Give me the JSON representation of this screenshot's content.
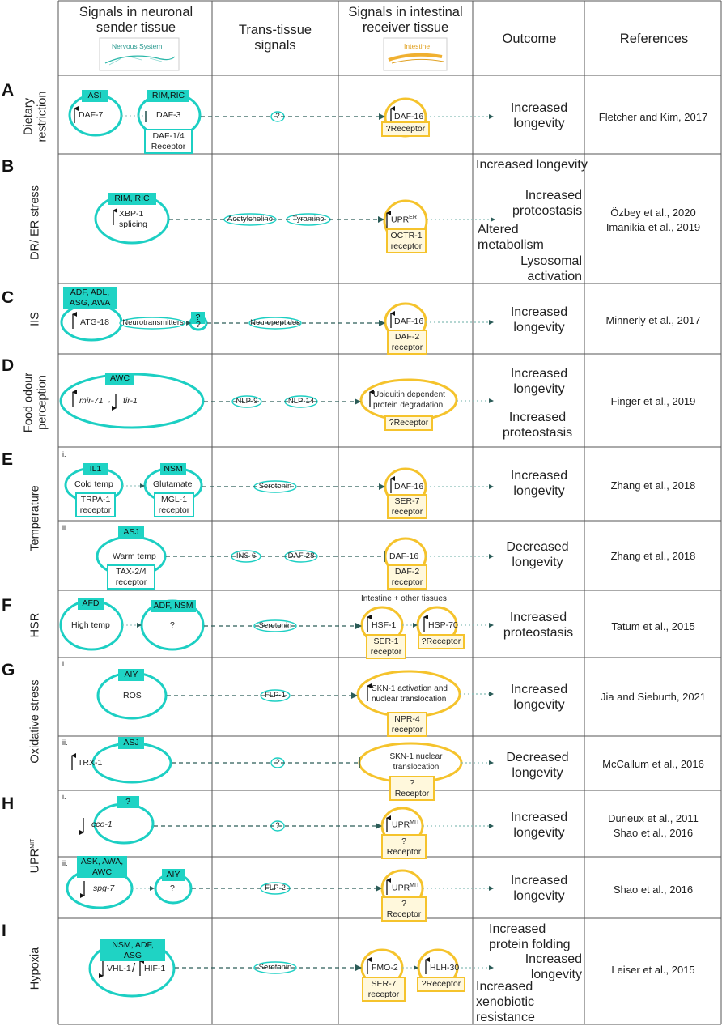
{
  "headers": {
    "neuronal": "Signals in neuronal sender tissue",
    "nervous_icon": "Nervous System",
    "trans": "Trans-tissue signals",
    "intestinal": "Signals in intestinal receiver tissue",
    "intestine_icon": "Intestine",
    "outcome": "Outcome",
    "references": "References"
  },
  "sections": {
    "A": {
      "letter": "A",
      "category": "Dietary restriction",
      "neuron1": "ASI",
      "signal1": "DAF-7",
      "neuron2": "RIM,RIC",
      "signal2": "DAF-3",
      "receptor": "DAF-1/4 Receptor",
      "trans1": "?",
      "target": "DAF-16",
      "int_receptor": "?Receptor",
      "outcome": "Increased longevity",
      "ref": "Fletcher and Kim, 2017"
    },
    "B": {
      "letter": "B",
      "category": "DR/ ER stress",
      "neuron": "RIM, RIC",
      "signal": "XBP-1 splicing",
      "trans1": "Acetylcholine",
      "trans2": "Tyramine",
      "target": "UPR",
      "target_sup": "ER",
      "int_receptor": "OCTR-1 receptor",
      "outcome1": "Increased longevity",
      "outcome2": "Increased proteostasis",
      "outcome3": "Altered metabolism",
      "outcome4": "Lysosomal activation",
      "ref1": "Özbey et al., 2020",
      "ref2": "Imanikia et al., 2019"
    },
    "C": {
      "letter": "C",
      "category": "IIS",
      "neuron": "ADF, ADL, ASG, AWA",
      "signal": "ATG-18",
      "mid": "Neurotransmitters",
      "unknown_box": "?",
      "unknown": "?",
      "trans1": "Neuropeptides",
      "target": "DAF-16",
      "int_receptor": "DAF-2 receptor",
      "outcome": "Increased longevity",
      "ref": "Minnerly et al., 2017"
    },
    "D": {
      "letter": "D",
      "category": "Food odour perception",
      "neuron": "AWC",
      "signal1": "mir-71",
      "signal2": "tir-1",
      "trans1": "NLP-9",
      "trans2": "NLP-14",
      "target": "Ubiquitin dependent protein degradation",
      "int_receptor": "?Receptor",
      "outcome1": "Increased longevity",
      "outcome2": "Increased proteostasis",
      "ref": "Finger et al., 2019"
    },
    "E": {
      "letter": "E",
      "category": "Temperature",
      "i": {
        "tag": "i.",
        "neuron1": "IL1",
        "signal1": "Cold temp",
        "receptor1": "TRPA-1 receptor",
        "neuron2": "NSM",
        "signal2": "Glutamate",
        "receptor2": "MGL-1 receptor",
        "trans1": "Serotonin",
        "target": "DAF-16",
        "int_receptor": "SER-7 receptor",
        "outcome": "Increased longevity",
        "ref": "Zhang et al., 2018"
      },
      "ii": {
        "tag": "ii.",
        "neuron": "ASJ",
        "signal": "Warm temp",
        "receptor": "TAX-2/4 receptor",
        "trans1": "INS-6",
        "trans2": "DAF-28",
        "target": "DAF-16",
        "int_receptor": "DAF-2 receptor",
        "outcome": "Decreased longevity",
        "ref": "Zhang et al., 2018"
      }
    },
    "F": {
      "letter": "F",
      "category": "HSR",
      "neuron1": "AFD",
      "signal1": "High temp",
      "neuron2": "ADF, NSM",
      "signal2": "?",
      "trans1": "Serotonin",
      "note": "Intestine + other tissues",
      "target1": "HSF-1",
      "int_receptor1": "SER-1 receptor",
      "target2": "HSP-70",
      "int_receptor2": "?Receptor",
      "outcome": "Increased proteostasis",
      "ref": "Tatum et al., 2015"
    },
    "G": {
      "letter": "G",
      "category": "Oxidative stress",
      "i": {
        "tag": "i.",
        "neuron": "AIY",
        "signal": "ROS",
        "trans1": "FLP-1",
        "target": "SKN-1 activation and nuclear translocation",
        "int_receptor": "NPR-4 receptor",
        "outcome": "Increased longevity",
        "ref": "Jia and Sieburth, 2021"
      },
      "ii": {
        "tag": "ii.",
        "neuron": "ASJ",
        "signal": "TRX-1",
        "trans1": "?",
        "target": "SKN-1 nuclear translocation",
        "int_receptor": "?Receptor",
        "outcome": "Decreased longevity",
        "ref": "McCallum et al., 2016"
      }
    },
    "H": {
      "letter": "H",
      "category": "UPR",
      "category_sup": "MIT",
      "i": {
        "tag": "i.",
        "neuron": "?",
        "signal": "cco-1",
        "trans1": "?",
        "target": "UPR",
        "target_sup": "MIT",
        "int_receptor": "?Receptor",
        "outcome": "Increased longevity",
        "ref1": "Durieux et al., 2011",
        "ref2": "Shao et al., 2016"
      },
      "ii": {
        "tag": "ii.",
        "neuron1": "ASK, AWA, AWC",
        "signal1": "spg-7",
        "neuron2": "AIY",
        "signal2": "?",
        "trans1": "FLP-2",
        "target": "UPR",
        "target_sup": "MIT",
        "int_receptor": "?Receptor",
        "outcome": "Increased longevity",
        "ref": "Shao et al., 2016"
      }
    },
    "I": {
      "letter": "I",
      "category": "Hypoxia",
      "neuron": "NSM, ADF, ASG",
      "signal1": "VHL-1",
      "sep": "/",
      "signal2": "HIF-1",
      "trans1": "Serotonin",
      "target1": "FMO-2",
      "int_receptor1": "SER-7 receptor",
      "target2": "HLH-30",
      "int_receptor2": "?Receptor",
      "outcome1": "Increased protein folding",
      "outcome2": "Increased longevity",
      "outcome3": "Increased xenobiotic resistance",
      "ref": "Leiser et al., 2015"
    }
  },
  "colors": {
    "teal": "#1ccfc3",
    "teal_fill": "#1fd3c4",
    "gold": "#f5c32c",
    "gold_fill": "#fff8dc",
    "arrow": "#2b5c58"
  }
}
